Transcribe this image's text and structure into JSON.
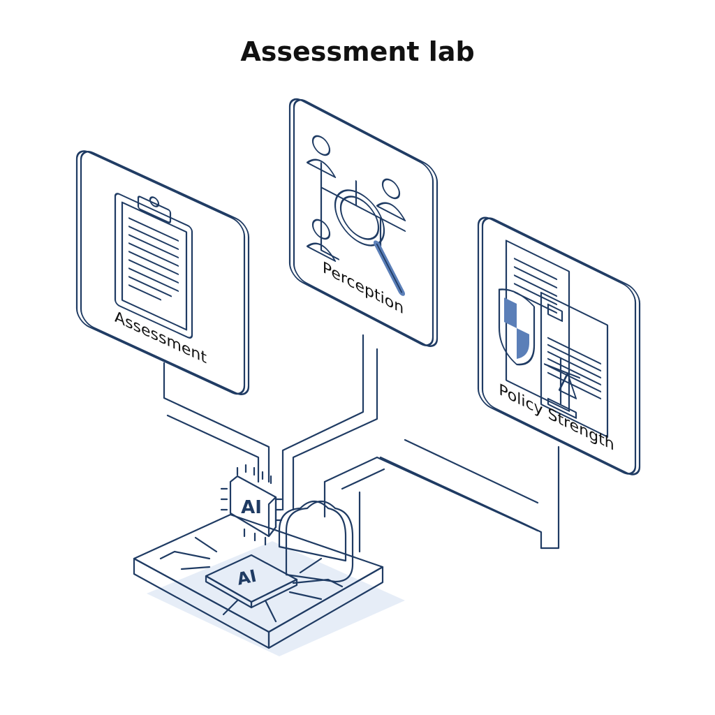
{
  "title": "Assessment lab",
  "panels": [
    {
      "label": "Assessment",
      "icon": "clipboard-icon"
    },
    {
      "label": "Perception",
      "icon": "magnifier-people-icon"
    },
    {
      "label": "Policy Strength",
      "icon": "shield-scale-document-icon"
    }
  ],
  "hub": {
    "chip_label": "AI",
    "base_chip_label": "AI"
  },
  "colors": {
    "outline": "#1f3b63",
    "accent": "#5b7fb8",
    "light": "#dbe5f3"
  }
}
